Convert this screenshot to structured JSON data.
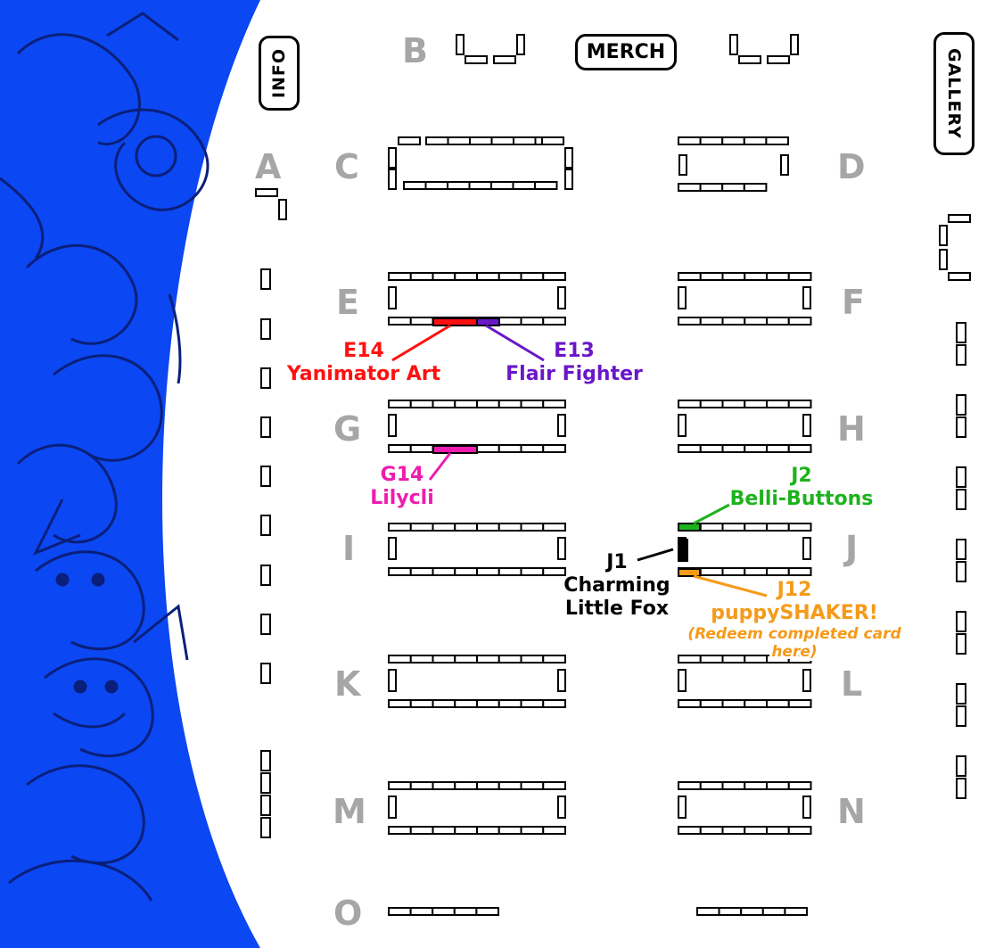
{
  "colors": {
    "blue_band": "#0b47f2",
    "line_art": "#0a1f7a",
    "table_stroke": "#000000",
    "row_letter": "#a6a6a6",
    "red": "#ff1010",
    "purple": "#6a17c8",
    "magenta": "#ee1bb0",
    "green": "#1db31d",
    "black": "#000000",
    "orange": "#f59a19"
  },
  "buttons": {
    "info": "INFO",
    "merch": "MERCH",
    "gallery": "GALLERY"
  },
  "rows": {
    "A": "A",
    "B": "B",
    "C": "C",
    "D": "D",
    "E": "E",
    "F": "F",
    "G": "G",
    "H": "H",
    "I": "I",
    "J": "J",
    "K": "K",
    "L": "L",
    "M": "M",
    "N": "N",
    "O": "O"
  },
  "callouts": {
    "e14": {
      "code": "E14",
      "name": "Yanimator Art"
    },
    "e13": {
      "code": "E13",
      "name": "Flair Fighter"
    },
    "g14": {
      "code": "G14",
      "name": "Lilycli"
    },
    "j2": {
      "code": "J2",
      "name": "Belli-Buttons"
    },
    "j1": {
      "code": "J1",
      "name_line1": "Charming",
      "name_line2": "Little Fox"
    },
    "j12": {
      "code": "J12",
      "name": "puppySHAKER!",
      "note": "(Redeem completed card here)"
    }
  },
  "icons": {
    "background": "eeveelution-line-art-illustration"
  }
}
